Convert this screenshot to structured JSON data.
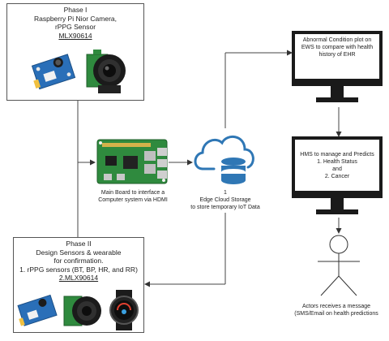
{
  "phase1": {
    "title": "Phase I",
    "line1": "Raspberry Pi Nior Camera,",
    "line2": "rPPG Sensor",
    "line3": "MLX90614"
  },
  "phase2": {
    "title": "Phase II",
    "line1": "Design Sensors & wearable",
    "line2": "for confirmation.",
    "line3": "1. rPPG sensors (BT, BP, HR, and RR)",
    "line4": "2.MLX90614"
  },
  "main_board": {
    "line1": "Main Board to interface a",
    "line2": "Computer system via HDMI"
  },
  "cloud": {
    "line1": "1",
    "line2": "Edge Cloud Storage",
    "line3": "to store temporary IoT Data"
  },
  "ews_monitor": {
    "line1": "Abnormal Condition plot on",
    "line2": "EWS to compare with health",
    "line3": "history of EHR"
  },
  "hms_monitor": {
    "line1": "HMS to manage and Predicts",
    "line2": "1. Health Status",
    "line3": "and",
    "line4": "2. Cancer"
  },
  "actor": {
    "line1": "Actors receives a message",
    "line2": "(SMS/Email on health predictions"
  },
  "colors": {
    "board_green": "#2f8a3e",
    "sensor_blue": "#2a6fb8",
    "cloud_blue": "#2f77b5",
    "monitor_black": "#1a1a1a"
  }
}
